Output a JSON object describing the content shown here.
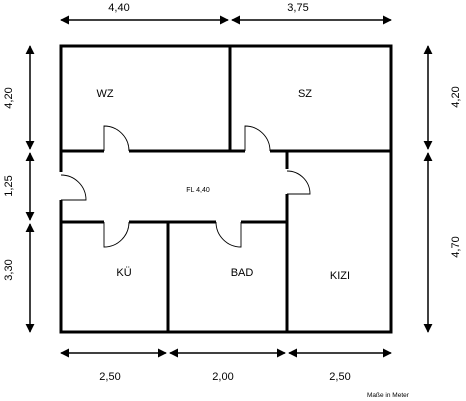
{
  "rooms": {
    "wz": "WZ",
    "sz": "SZ",
    "fl": "FL 4,40",
    "ku": "KÜ",
    "bad": "BAD",
    "kizi": "KIZI"
  },
  "dimensions": {
    "top": [
      "4,40",
      "3,75"
    ],
    "bottom": [
      "2,50",
      "2,00",
      "2,50"
    ],
    "left": [
      "4,20",
      "1,25",
      "3,30"
    ],
    "right": [
      "4,20",
      "4,70"
    ]
  },
  "note": "Maße in Meter",
  "colors": {
    "line": "#000000",
    "background": "#ffffff"
  }
}
